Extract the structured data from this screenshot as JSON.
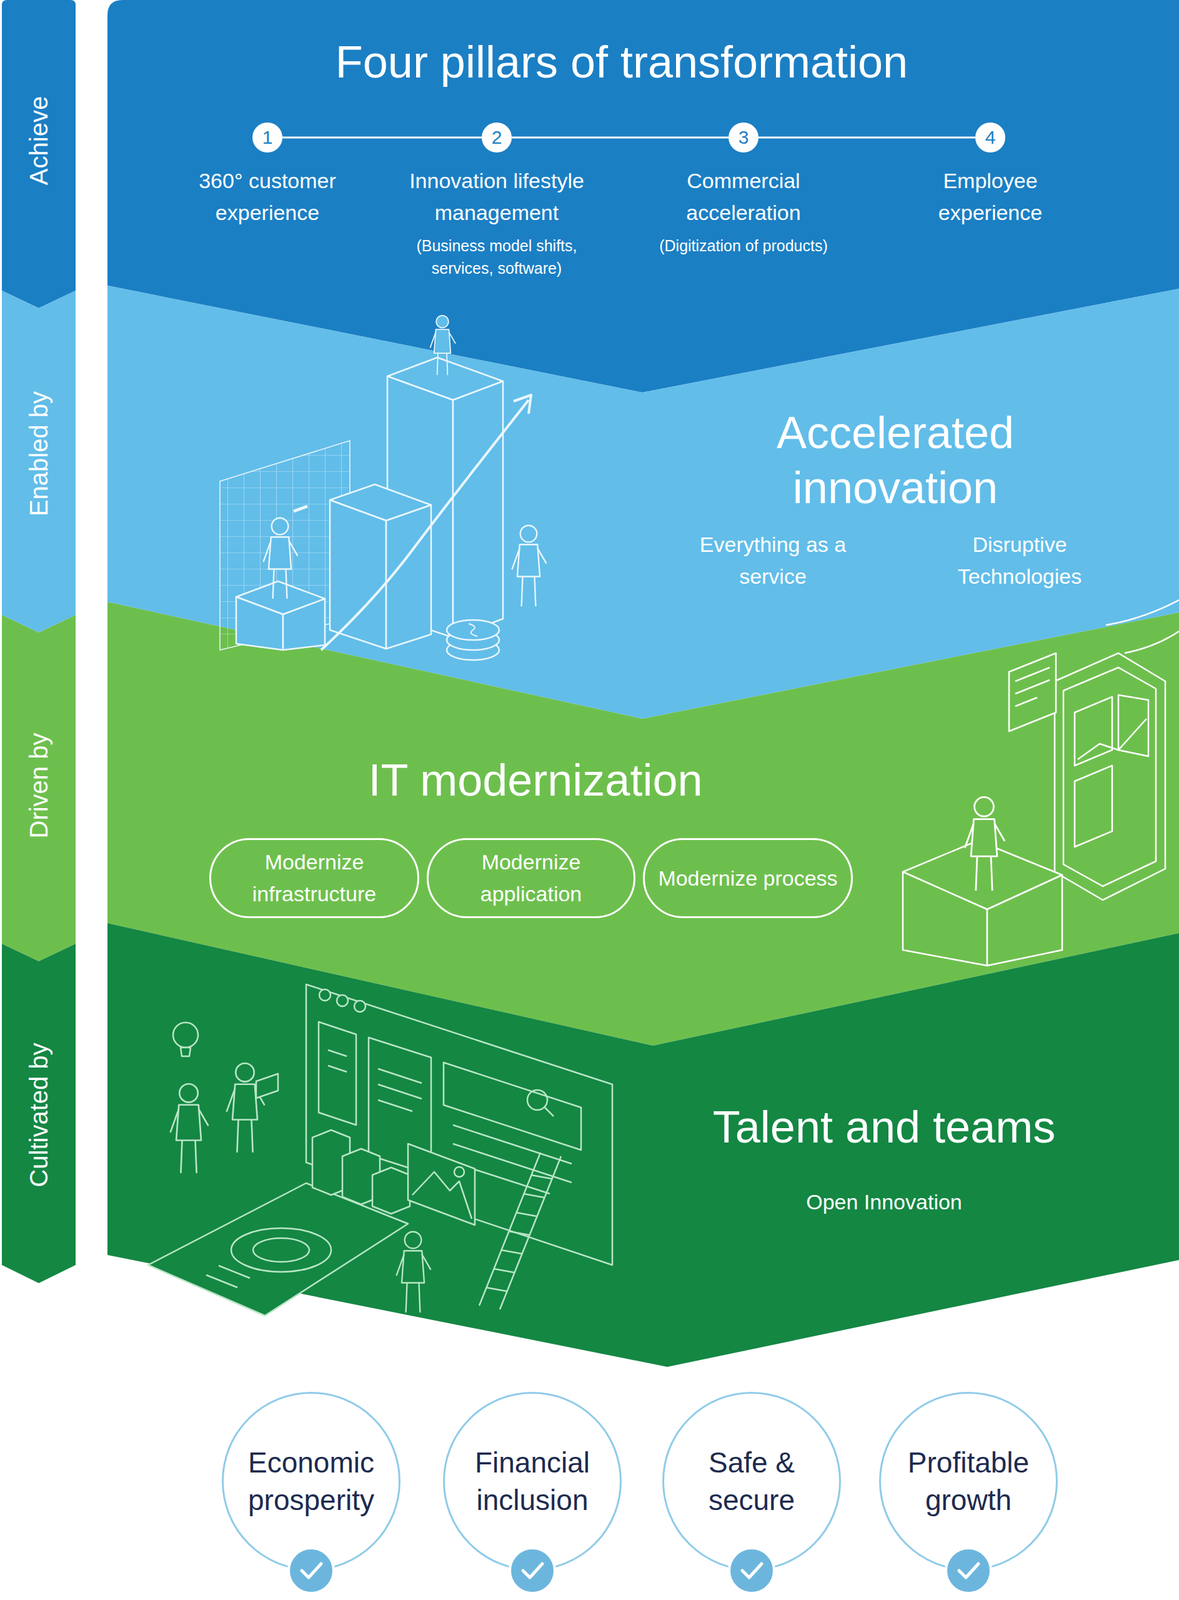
{
  "diagram": {
    "nodes": [
      {
        "text": [
          "Achieve"
        ]
      },
      {
        "text": [
          "Enabled by"
        ]
      },
      {
        "text": [
          "Driven by"
        ]
      },
      {
        "text": [
          "Cultivated by"
        ]
      },
      {
        "text": [
          "Four pillars of transformation"
        ]
      },
      {
        "text": [
          "1",
          "360° customer experience"
        ],
        "in": 4
      },
      {
        "text": [
          "2",
          "Innovation lifestyle management",
          "(Business model shifts, services, software)"
        ],
        "in": 4
      },
      {
        "text": [
          "3",
          "Commercial acceleration",
          "(Digitization of products)"
        ],
        "in": 4
      },
      {
        "text": [
          "4",
          "Employee experience"
        ],
        "in": 4
      },
      {
        "text": [
          "Accelerated innovation",
          "Everything as a service",
          "Disruptive Technologies"
        ]
      },
      {
        "text": [
          "IT modernization"
        ]
      },
      {
        "text": [
          "Modernize infrastructure"
        ],
        "in": 10
      },
      {
        "text": [
          "Modernize application"
        ],
        "in": 10
      },
      {
        "text": [
          "Modernize process"
        ],
        "in": 10
      },
      {
        "text": [
          "Talent and teams",
          "Open Innovation"
        ]
      },
      {
        "text": [
          "Economic prosperity"
        ]
      },
      {
        "text": [
          "Financial inclusion"
        ]
      },
      {
        "text": [
          "Safe & secure"
        ]
      },
      {
        "text": [
          "Profitable growth"
        ]
      }
    ],
    "edges": [
      {
        "from": 5,
        "to": 6,
        "arrow": "none"
      },
      {
        "from": 6,
        "to": 7,
        "arrow": "none"
      },
      {
        "from": 7,
        "to": 8,
        "arrow": "none"
      }
    ]
  }
}
